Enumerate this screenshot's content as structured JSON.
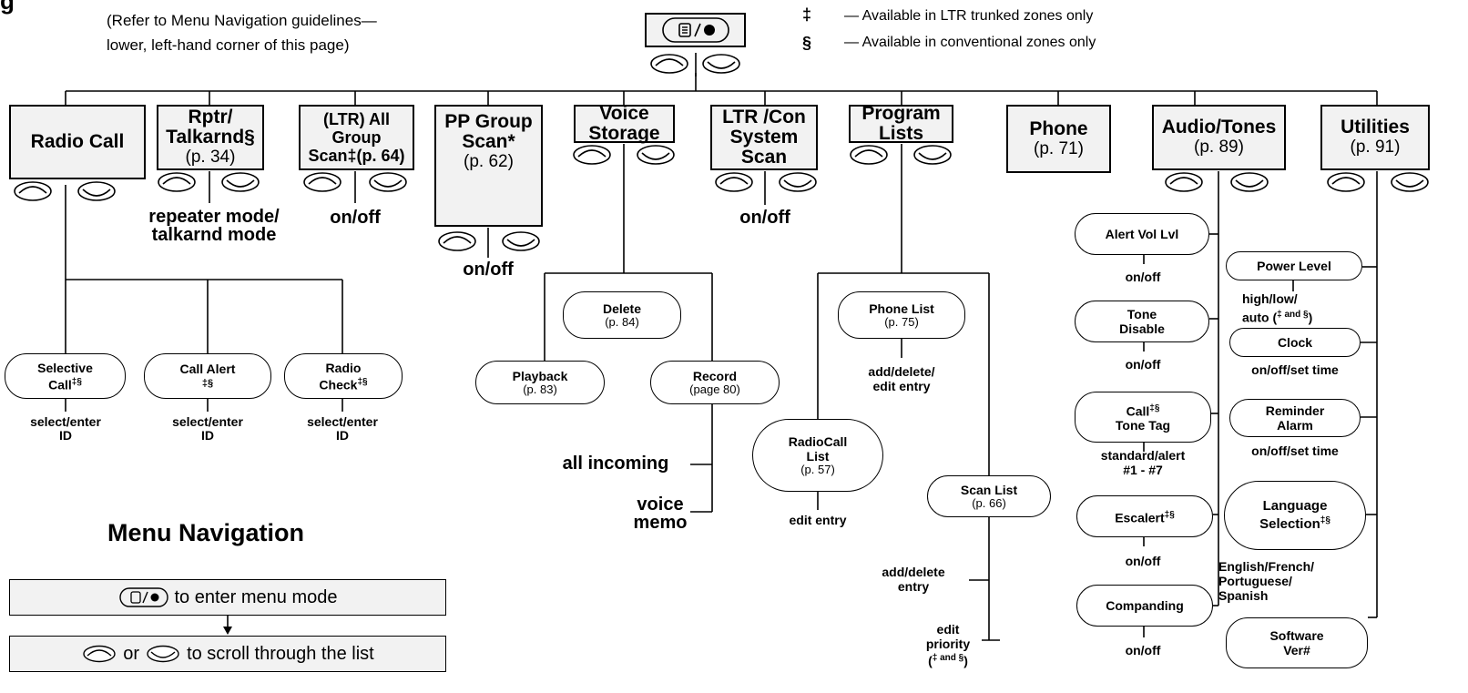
{
  "header": {
    "refer_note": "(Refer to Menu Navigation guidelines—",
    "refer_note2": "lower, left-hand corner of this page)",
    "legend": [
      {
        "symbol": "‡",
        "text": "— Available in LTR trunked zones only"
      },
      {
        "symbol": "§",
        "text": "— Available in conventional zones only"
      }
    ]
  },
  "menus": {
    "radio_call": {
      "title": "Radio Call"
    },
    "rptr": {
      "title1": "Rptr/",
      "title2": "Talkarnd§",
      "page": "(p. 34)",
      "setting": "repeater mode/",
      "setting2": "talkarnd mode"
    },
    "ltr_all": {
      "title1": "(LTR) All",
      "title2": "Group",
      "title3": "Scan‡(p. 64)",
      "setting": "on/off"
    },
    "pp_group": {
      "title1": "PP Group",
      "title2": "Scan*",
      "page": "(p. 62)",
      "setting": "on/off"
    },
    "voice_storage": {
      "title1": "Voice",
      "title2": "Storage"
    },
    "ltr_con": {
      "title1": "LTR /Con",
      "title2": "System",
      "title3": "Scan",
      "setting": "on/off"
    },
    "program_lists": {
      "title1": "Program",
      "title2": "Lists"
    },
    "phone": {
      "title": "Phone",
      "page": "(p. 71)"
    },
    "audio_tones": {
      "title": "Audio/Tones",
      "page": "(p. 89)"
    },
    "utilities": {
      "title": "Utilities",
      "page": "(p. 91)"
    }
  },
  "radio_call_items": {
    "selective": {
      "l1": "Selective",
      "l2": "Call",
      "sup": "‡§",
      "s1": "select/enter",
      "s2": "ID"
    },
    "call_alert": {
      "l1": "Call Alert",
      "l2": "‡§",
      "s1": "select/enter",
      "s2": "ID"
    },
    "radio_check": {
      "l1": "Radio",
      "l2": "Check",
      "sup": "‡§",
      "s1": "select/enter",
      "s2": "ID"
    }
  },
  "voice_items": {
    "delete": {
      "label": "Delete",
      "page": "(p. 84)"
    },
    "playback": {
      "label": "Playback",
      "page": "(p. 83)"
    },
    "record": {
      "label": "Record",
      "page": "(page 80)"
    },
    "opt1": "all incoming",
    "opt2a": "voice",
    "opt2b": "memo"
  },
  "program_items": {
    "phone_list": {
      "label": "Phone List",
      "page": "(p. 75)",
      "s1": "add/delete/",
      "s2": "edit entry"
    },
    "radiocall_list": {
      "l1": "RadioCall",
      "l2": "List",
      "page": "(p. 57)",
      "s1": "edit entry"
    },
    "scan_list": {
      "label": "Scan List",
      "page": "(p. 66)",
      "s1": "add/delete",
      "s2": "entry",
      "p1": "edit",
      "p2": "priority",
      "p3": "(",
      "p3sup": "‡ and §",
      "p3end": ")"
    }
  },
  "audio_items": {
    "alert_vol": {
      "label": "Alert Vol Lvl",
      "s": "on/off"
    },
    "tone_disable": {
      "l1": "Tone",
      "l2": "Disable",
      "s": "on/off"
    },
    "call_tone": {
      "l1": "Call",
      "sup": "‡§",
      "l2": "Tone Tag",
      "s1": "standard/alert",
      "s2": "#1 - #7"
    },
    "escalert": {
      "label": "Escalert",
      "sup": "‡§",
      "s": "on/off"
    },
    "companding": {
      "label": "Companding",
      "s": "on/off"
    }
  },
  "utility_items": {
    "power": {
      "label": "Power Level",
      "s1": "high/low/",
      "s2": "auto (",
      "s2sup": "‡ and §",
      "s2end": ")"
    },
    "clock": {
      "label": "Clock",
      "s": "on/off/set time"
    },
    "reminder": {
      "l1": "Reminder",
      "l2": "Alarm",
      "s": "on/off/set time"
    },
    "language": {
      "l1": "Language",
      "l2": "Selection",
      "sup": "‡§",
      "s1": "English/French/",
      "s2": "Portuguese/",
      "s3": "Spanish"
    },
    "software": {
      "l1": "Software",
      "l2": "Ver#"
    }
  },
  "navigation": {
    "title": "Menu Navigation",
    "step1": "to enter menu mode",
    "step2_or": "or",
    "step2": "to scroll through the list"
  },
  "icons": [
    "menu-select-icon",
    "scroll-up-icon",
    "scroll-down-icon"
  ]
}
